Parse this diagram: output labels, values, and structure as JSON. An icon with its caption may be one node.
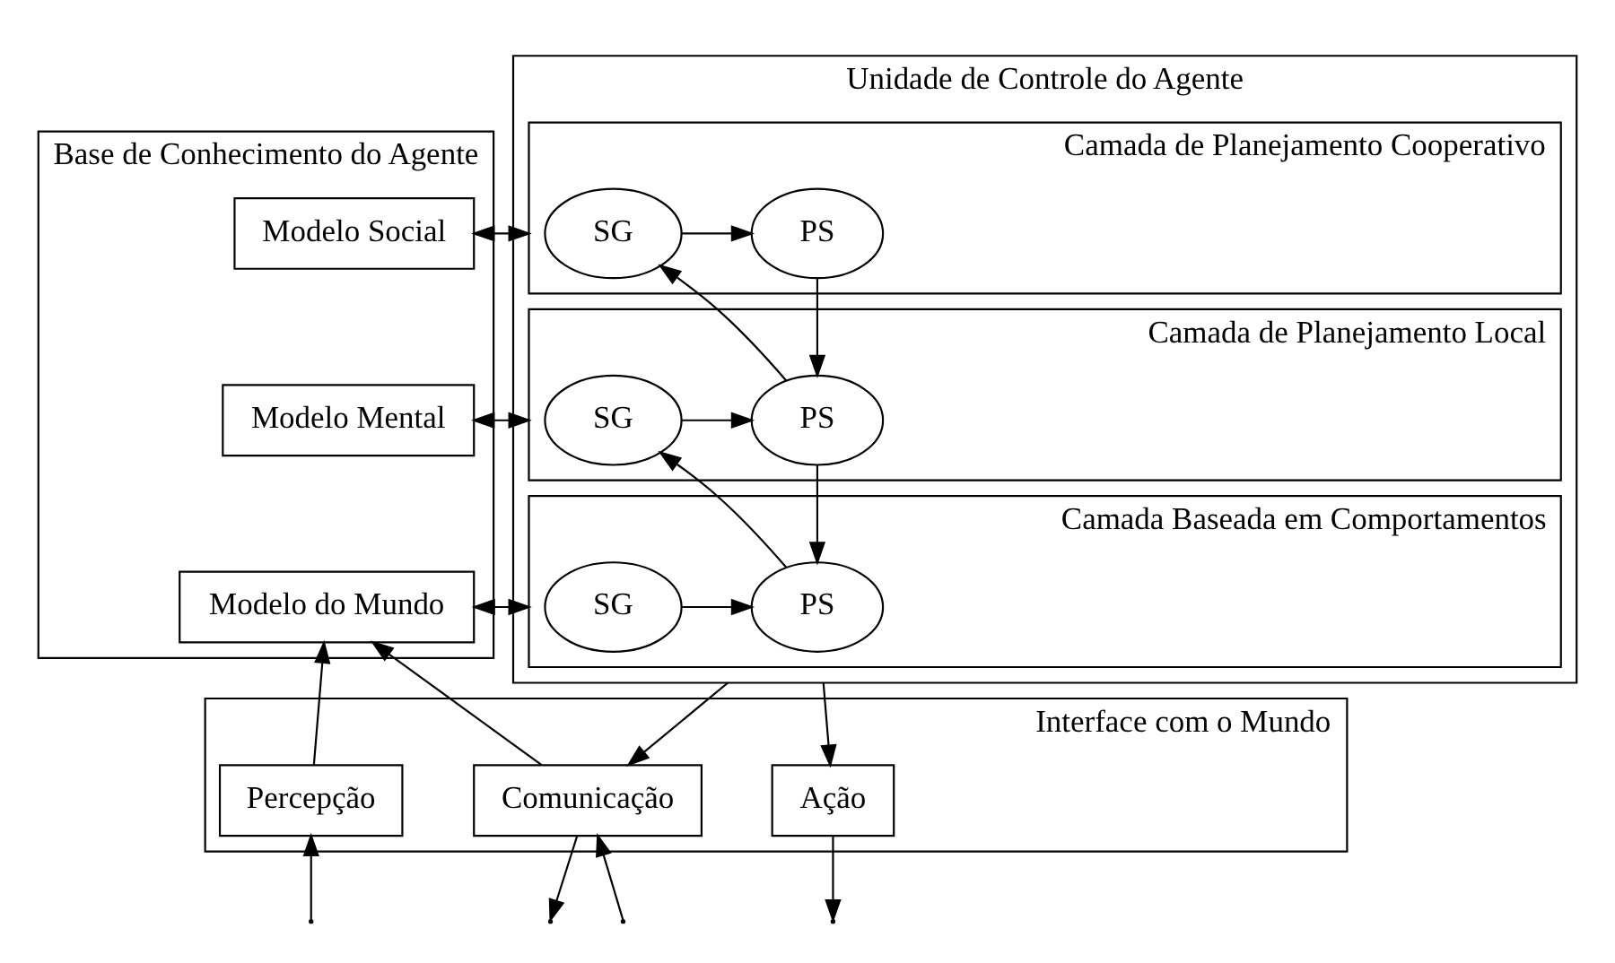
{
  "diagram": {
    "nodes": [
      {
        "text": [
          "Base de Conhecimento do Agente"
        ]
      },
      {
        "text": [
          "Modelo Social"
        ],
        "in": 0
      },
      {
        "text": [
          "Modelo Mental"
        ],
        "in": 0
      },
      {
        "text": [
          "Modelo do Mundo"
        ],
        "in": 0
      },
      {
        "text": [
          "Unidade de Controle do Agente"
        ]
      },
      {
        "text": [
          "Camada de Planejamento Cooperativo"
        ],
        "in": 4
      },
      {
        "text": [
          "SG"
        ],
        "in": 5
      },
      {
        "text": [
          "PS"
        ],
        "in": 5
      },
      {
        "text": [
          "Camada de Planejamento Local"
        ],
        "in": 4
      },
      {
        "text": [
          "SG"
        ],
        "in": 8
      },
      {
        "text": [
          "PS"
        ],
        "in": 8
      },
      {
        "text": [
          "Camada Baseada em Comportamentos"
        ],
        "in": 4
      },
      {
        "text": [
          "SG"
        ],
        "in": 11
      },
      {
        "text": [
          "PS"
        ],
        "in": 11
      },
      {
        "text": [
          "Interface com o Mundo"
        ]
      },
      {
        "text": [
          "Percepção"
        ],
        "in": 14
      },
      {
        "text": [
          "Comunicação"
        ],
        "in": 14
      },
      {
        "text": [
          "Ação"
        ],
        "in": 14
      }
    ],
    "edges": [
      {
        "from": 1,
        "to": 5,
        "arrow": "both"
      },
      {
        "from": 2,
        "to": 8,
        "arrow": "both"
      },
      {
        "from": 3,
        "to": 11,
        "arrow": "both"
      },
      {
        "from": 6,
        "to": 7,
        "arrow": "to"
      },
      {
        "from": 7,
        "to": 10,
        "arrow": "to"
      },
      {
        "from": 10,
        "to": 6,
        "arrow": "to"
      },
      {
        "from": 9,
        "to": 10,
        "arrow": "to"
      },
      {
        "from": 10,
        "to": 13,
        "arrow": "to"
      },
      {
        "from": 13,
        "to": 9,
        "arrow": "to"
      },
      {
        "from": 12,
        "to": 13,
        "arrow": "to"
      },
      {
        "from": 15,
        "to": 3,
        "arrow": "to"
      },
      {
        "from": 16,
        "to": 3,
        "arrow": "to"
      },
      {
        "from": 4,
        "to": 16,
        "arrow": "to"
      },
      {
        "from": 4,
        "to": 17,
        "arrow": "to"
      },
      {
        "from": null,
        "to": 15,
        "arrow": "to"
      },
      {
        "from": 16,
        "to": null,
        "arrow": "to"
      },
      {
        "from": null,
        "to": 16,
        "arrow": "to"
      },
      {
        "from": 17,
        "to": null,
        "arrow": "to"
      }
    ]
  }
}
